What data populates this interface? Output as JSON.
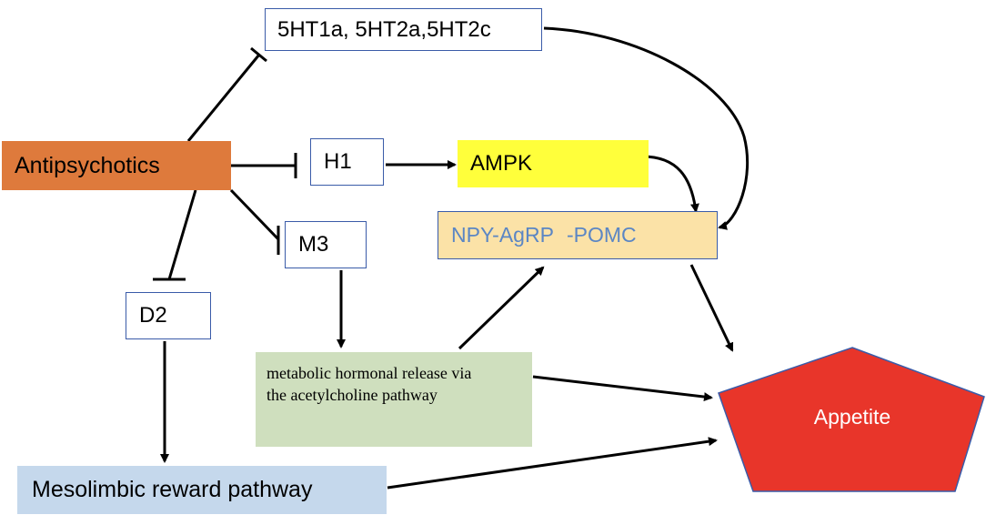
{
  "nodes": {
    "antipsychotics": "Antipsychotics",
    "serotonin_receptors": "5HT1a, 5HT2a,5HT2c",
    "h1": "H1",
    "m3": "M3",
    "d2": "D2",
    "ampk": "AMPK",
    "npy_agrp": "NPY-AgRP",
    "pomc": "-POMC",
    "metabolic": "metabolic hormonal release via the acetylcholine pathway",
    "mesolimbic": "Mesolimbic reward pathway",
    "appetite": "Appetite"
  },
  "colors": {
    "antipsychotics_fill": "#de7a3c",
    "ampk_fill": "#ffff3b",
    "npy_fill": "#fbe2a7",
    "metabolic_fill": "#cfdfbe",
    "mesolimbic_fill": "#c5d8ec",
    "appetite_fill": "#e8352a",
    "outline": "#3a5ba8",
    "arrow_up_down": "#3a6fc4"
  },
  "edges": [
    {
      "from": "antipsychotics",
      "to": "serotonin_receptors",
      "type": "inhibit"
    },
    {
      "from": "antipsychotics",
      "to": "h1",
      "type": "inhibit"
    },
    {
      "from": "antipsychotics",
      "to": "m3",
      "type": "inhibit"
    },
    {
      "from": "antipsychotics",
      "to": "d2",
      "type": "inhibit"
    },
    {
      "from": "h1",
      "to": "ampk",
      "type": "activate"
    },
    {
      "from": "ampk",
      "to": "npy_agrp",
      "type": "activate"
    },
    {
      "from": "serotonin_receptors",
      "to": "npy_agrp",
      "type": "activate"
    },
    {
      "from": "m3",
      "to": "metabolic",
      "type": "activate"
    },
    {
      "from": "metabolic",
      "to": "npy_agrp",
      "type": "activate"
    },
    {
      "from": "metabolic",
      "to": "appetite",
      "type": "activate"
    },
    {
      "from": "npy_agrp",
      "to": "appetite",
      "type": "activate"
    },
    {
      "from": "d2",
      "to": "mesolimbic",
      "type": "activate"
    },
    {
      "from": "mesolimbic",
      "to": "appetite",
      "type": "activate"
    }
  ]
}
